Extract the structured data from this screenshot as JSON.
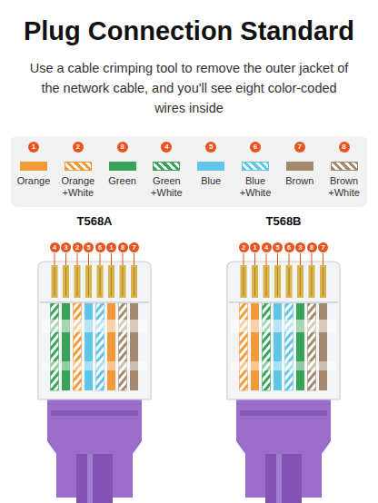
{
  "diagram": {
    "title": "Plug Connection Standard",
    "labels": [
      "Use a cable crimping tool to remove the outer jacket of the network cable, and you'll see eight color-coded wires inside",
      "1",
      "2",
      "3",
      "4",
      "5",
      "6",
      "7",
      "8",
      "T568A",
      "4",
      "3",
      "2",
      "5",
      "6",
      "1",
      "8",
      "7",
      "T568B",
      "2",
      "1",
      "4",
      "5",
      "6",
      "3",
      "8",
      "7"
    ],
    "legend": [
      {
        "text": "Orange",
        "color": "#f39a3a"
      },
      {
        "text": "Orange +White"
      },
      {
        "text": "Green",
        "color": "#3aa35a"
      },
      {
        "text": "Green +White"
      },
      {
        "text": "Blue",
        "color": "#5fc6ea"
      },
      {
        "text": "Blue +White"
      },
      {
        "text": "Brown",
        "color": "#a38a6e"
      },
      {
        "text": "Brown +White"
      }
    ]
  }
}
